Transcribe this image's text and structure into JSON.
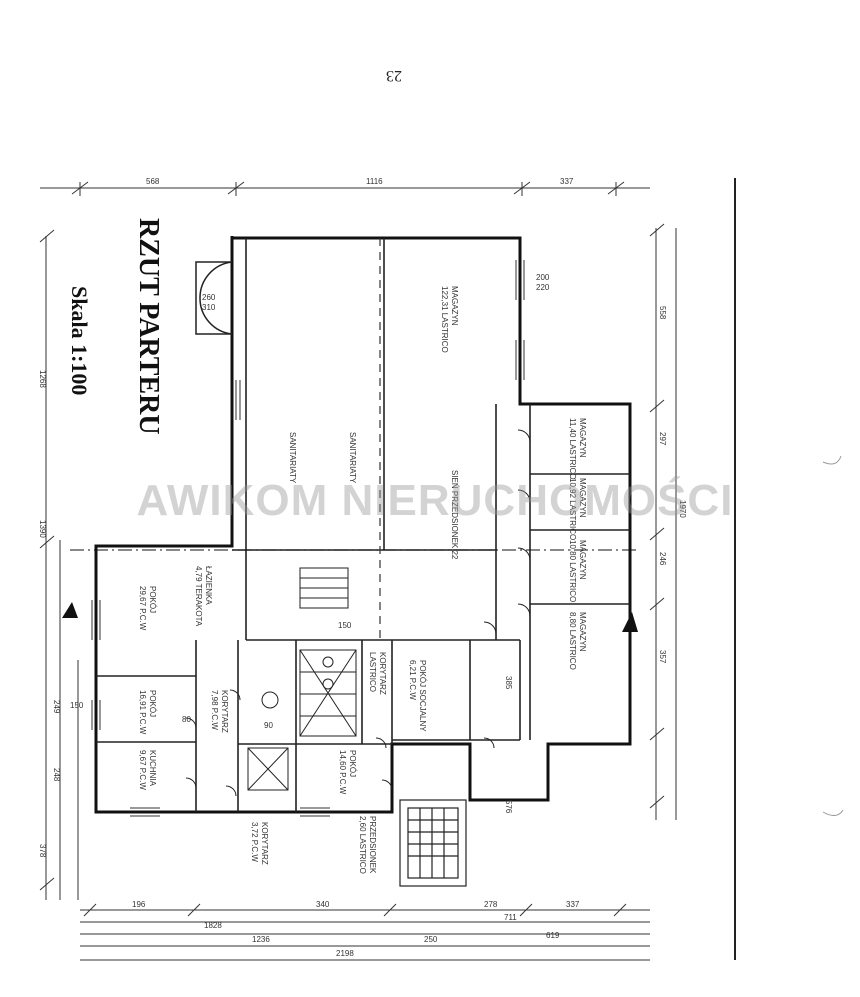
{
  "page_number": "23",
  "watermark": "AWIKOM NIERUCHOMOŚCI",
  "title": "RZUT PARTERU",
  "scale": "Skala 1:100",
  "rooms": {
    "magazyn_main": "MAGAZYN",
    "magazyn_main_area": "122,31 LASTRICO",
    "magazyn_a": "MAGAZYN",
    "magazyn_a_area": "11,40 LASTRICO",
    "magazyn_b": "MAGAZYN",
    "magazyn_b_area": "10,92 LASTRICO",
    "magazyn_c": "MAGAZYN",
    "magazyn_c_area": "10,80 LASTRICO",
    "magazyn_d": "MAGAZYN",
    "magazyn_d_area": "8,80 LASTRICO",
    "sanitariaty_1": "SANITARIATY",
    "sanitariaty_2": "SANITARIATY",
    "sieni": "SIEŃ PRZEDSIONEK 22",
    "pokoj_1": "POKÓJ",
    "pokoj_1_area": "29,67 P.C.W",
    "pokoj_2": "POKÓJ",
    "pokoj_2_area": "16,91 P.C.W",
    "pokoj_3": "POKÓJ",
    "pokoj_3_area": "14,60 P.C.W",
    "kuchnia": "KUCHNIA",
    "kuchnia_area": "9,67 P.C.W",
    "korytarz_1": "KORYTARZ",
    "korytarz_1_area": "7,98 P.C.W",
    "korytarz_2": "KORYTARZ",
    "korytarz_2_area": "3,72 P.C.W",
    "korytarz_3": "KORYTARZ",
    "korytarz_3_area": "LASTRICO",
    "przedsionek": "PRZEDSIONEK",
    "przedsionek_area": "2,60 LASTRICO",
    "pokoj_socjalny": "POKÓJ SOCJALNY",
    "pokoj_socjalny_area": "6,21 P.C.W",
    "lazienka": "ŁAZIENKA",
    "lazienka_area": "4,79 TERAKOTA"
  },
  "dimensions": {
    "top_a": "568",
    "top_b": "1116",
    "top_c": "337",
    "bottom_a": "196",
    "bottom_b": "340",
    "bottom_c": "278",
    "bottom_d": "337",
    "bottom_e": "1828",
    "bottom_f": "711",
    "bottom_g": "1236",
    "bottom_h": "250",
    "bottom_i": "619",
    "bottom_j": "2198",
    "left_a": "1268",
    "left_b": "1390",
    "left_c": "249",
    "left_d": "248",
    "left_e": "378",
    "right_a": "558",
    "right_b": "297",
    "right_c": "246",
    "right_d": "357",
    "right_e": "1970",
    "right_f": "385",
    "right_g": "576",
    "door_a": "260",
    "door_b": "310",
    "door_c": "200",
    "door_d": "220",
    "door_e": "150",
    "door_f": "80",
    "door_g": "90",
    "door_h": "150"
  }
}
